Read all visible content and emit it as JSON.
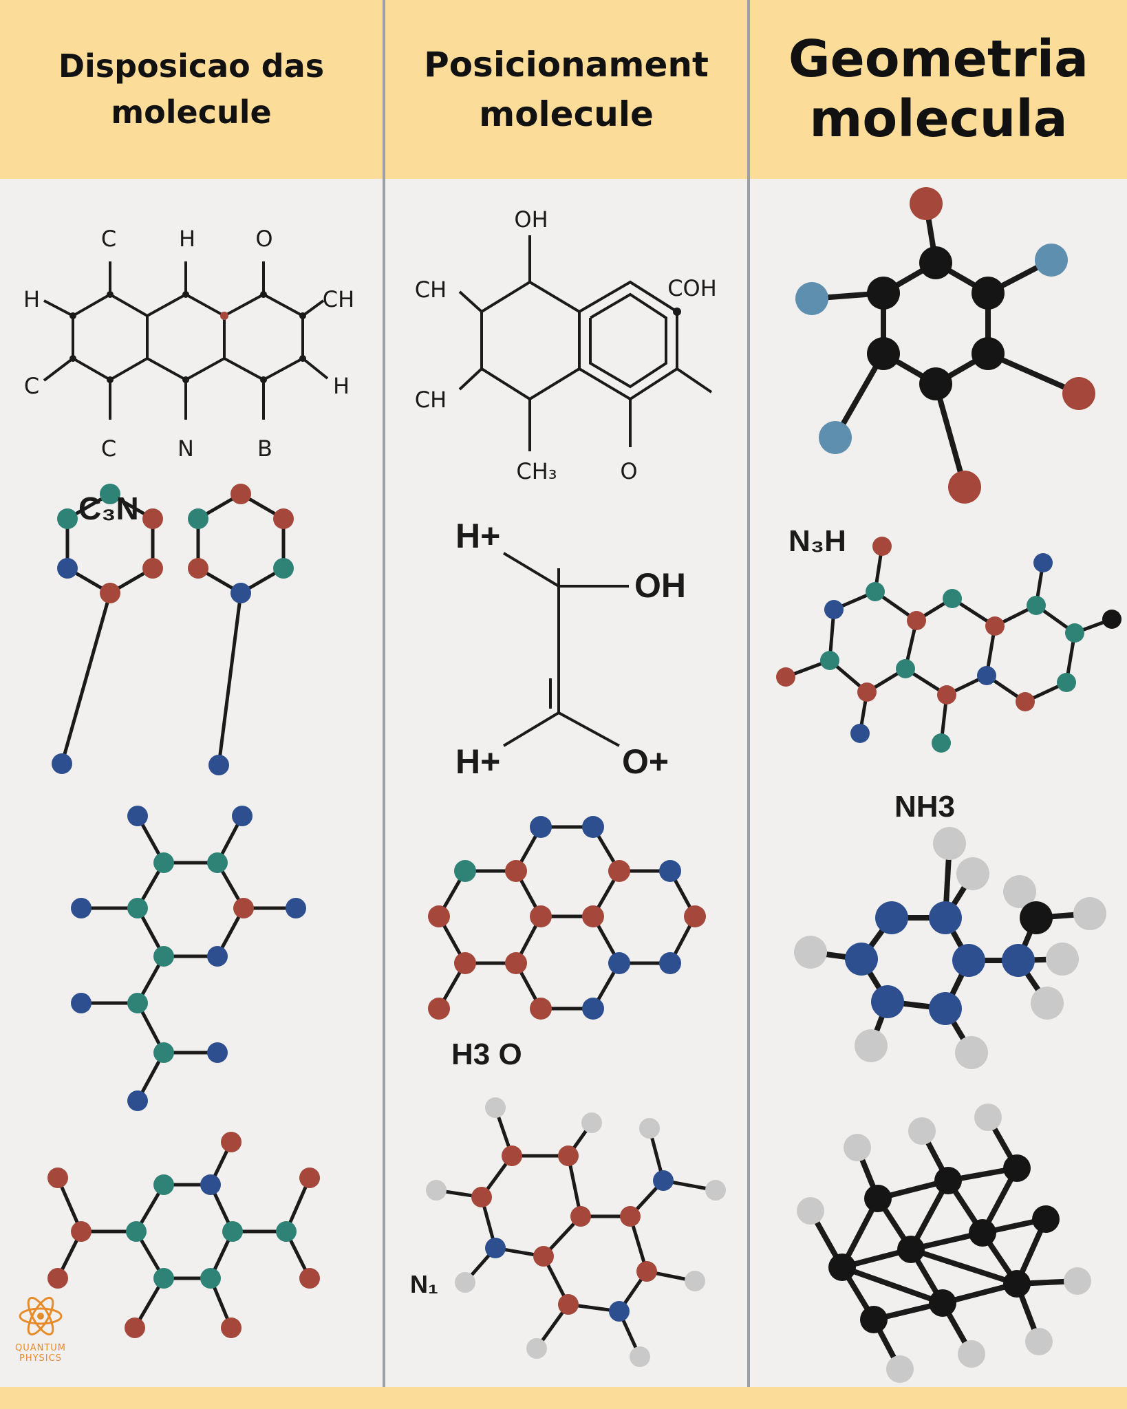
{
  "columns": [
    {
      "title_line1": "Disposicao das",
      "title_line2": "molecule"
    },
    {
      "title_line1": "Posicionament",
      "title_line2": "molecule"
    },
    {
      "title_line1": "Geometria",
      "title_line2": "molecula"
    }
  ],
  "labels": {
    "c3n": "C₃N",
    "n3h": "N₃H",
    "nh3": "NH3",
    "h3o": "H3 O",
    "n1": "N₁"
  },
  "struct1_atoms": {
    "top": [
      "C",
      "H",
      "O"
    ],
    "left_top": "H",
    "left_bottom": "C",
    "right_top": "CH",
    "right_bottom": "H",
    "bottom": [
      "C",
      "N",
      "B"
    ]
  },
  "struct2_atoms": {
    "oh": "OH",
    "coh": "COH",
    "ch_top": "CH",
    "ch_bottom": "CH",
    "ch3": "CH₃",
    "o": "O"
  },
  "struct3_atoms": {
    "h_top": "H+",
    "oh": "OH",
    "h_bottom": "H+",
    "o_plus": "O+"
  },
  "logo": {
    "line1": "QUANTUM",
    "line2": "PHYSICS"
  },
  "colors": {
    "header_bg": "#fbdc98",
    "panel_bg": "#f1f0ef",
    "divider": "#9aa0a6",
    "atom_red": "#a5473a",
    "atom_teal": "#2f8276",
    "atom_blue": "#2d4f8f",
    "atom_black": "#151515",
    "atom_grey": "#c9c9c9",
    "atom_lightblue": "#5f8fae",
    "logo_orange": "#e58b2a"
  }
}
